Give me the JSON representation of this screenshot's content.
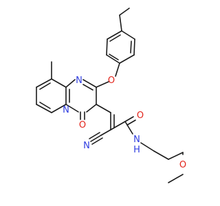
{
  "structure": {
    "labels": {
      "n_ring_top": "N",
      "n_ring_bottom": "N",
      "o_ether": "O",
      "o_ketone": "O",
      "n_nitrile": "N",
      "o_amide": "O",
      "n_amide": "N",
      "h_amide": "H",
      "o_methoxy": "O"
    },
    "colors": {
      "bond": "#1a1a1a",
      "nitrogen": "#2f3de0",
      "oxygen": "#e2231a"
    }
  }
}
